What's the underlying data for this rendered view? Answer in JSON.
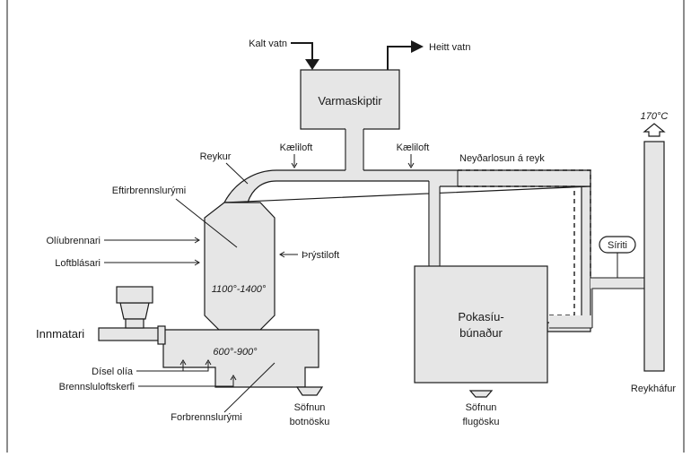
{
  "labels": {
    "kalt_vatn": "Kalt vatn",
    "heitt_vatn": "Heitt vatn",
    "varmaskiptir": "Varmaskiptir",
    "temp_stack": "170°C",
    "reykur": "Reykur",
    "kaeliloft_1": "Kæliloft",
    "kaeliloft_2": "Kæliloft",
    "neydarlosun": "Neyðarlosun á reyk",
    "eftirbrennslurymi": "Eftirbrennslurými",
    "oliubrennari": "Olíubrennari",
    "loftblasari": "Loftblásari",
    "thrystiloft": "Þrýstiloft",
    "temp_secondary": "1100°-1400°",
    "siriti": "Síriti",
    "innmatari": "Innmatari",
    "temp_primary": "600°-900°",
    "disel_olia": "Dísel olía",
    "brennsluloftskerfi": "Brennsluloftskerfi",
    "forbrennslurymi": "Forbrennslurými",
    "sofnun_botnosku_1": "Söfnun",
    "sofnun_botnosku_2": "botnösku",
    "pokasiu_1": "Pokasíu-",
    "pokasiu_2": "búnaður",
    "sofnun_flugosku_1": "Söfnun",
    "sofnun_flugosku_2": "flugösku",
    "reykhafur": "Reykháfur"
  },
  "icons": {
    "cold_water": "arrow-down-icon",
    "hot_water": "arrow-right-icon",
    "stack_outlet": "arrow-up-icon"
  }
}
